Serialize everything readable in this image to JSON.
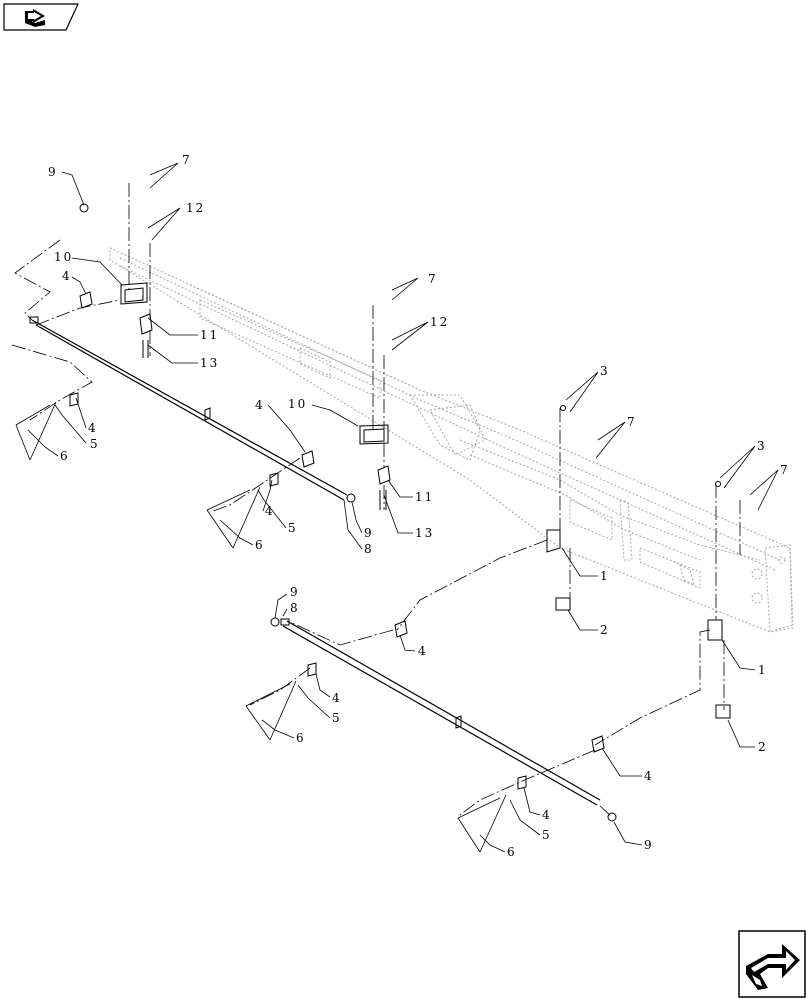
{
  "navigation": {
    "back_icon": "arrow-back-icon",
    "next_icon": "arrow-next-icon"
  },
  "callouts": {
    "c1": "7",
    "c2": "12",
    "c3": "9",
    "c4": "10",
    "c5": "4",
    "c6": "11",
    "c7": "13",
    "c8": "4",
    "c9": "5",
    "c10": "6",
    "c11": "7",
    "c12": "12",
    "c13": "4",
    "c14": "10",
    "c15": "11",
    "c16": "13",
    "c17": "4",
    "c18": "5",
    "c19": "6",
    "c20": "9",
    "c21": "8",
    "c22": "3",
    "c23": "7",
    "c24": "3",
    "c25": "7",
    "c26": "1",
    "c27": "2",
    "c28": "9",
    "c29": "8",
    "c30": "4",
    "c31": "4",
    "c32": "5",
    "c33": "6",
    "c34": "1",
    "c35": "2",
    "c36": "4",
    "c37": "4",
    "c38": "5",
    "c39": "6",
    "c40": "9"
  }
}
